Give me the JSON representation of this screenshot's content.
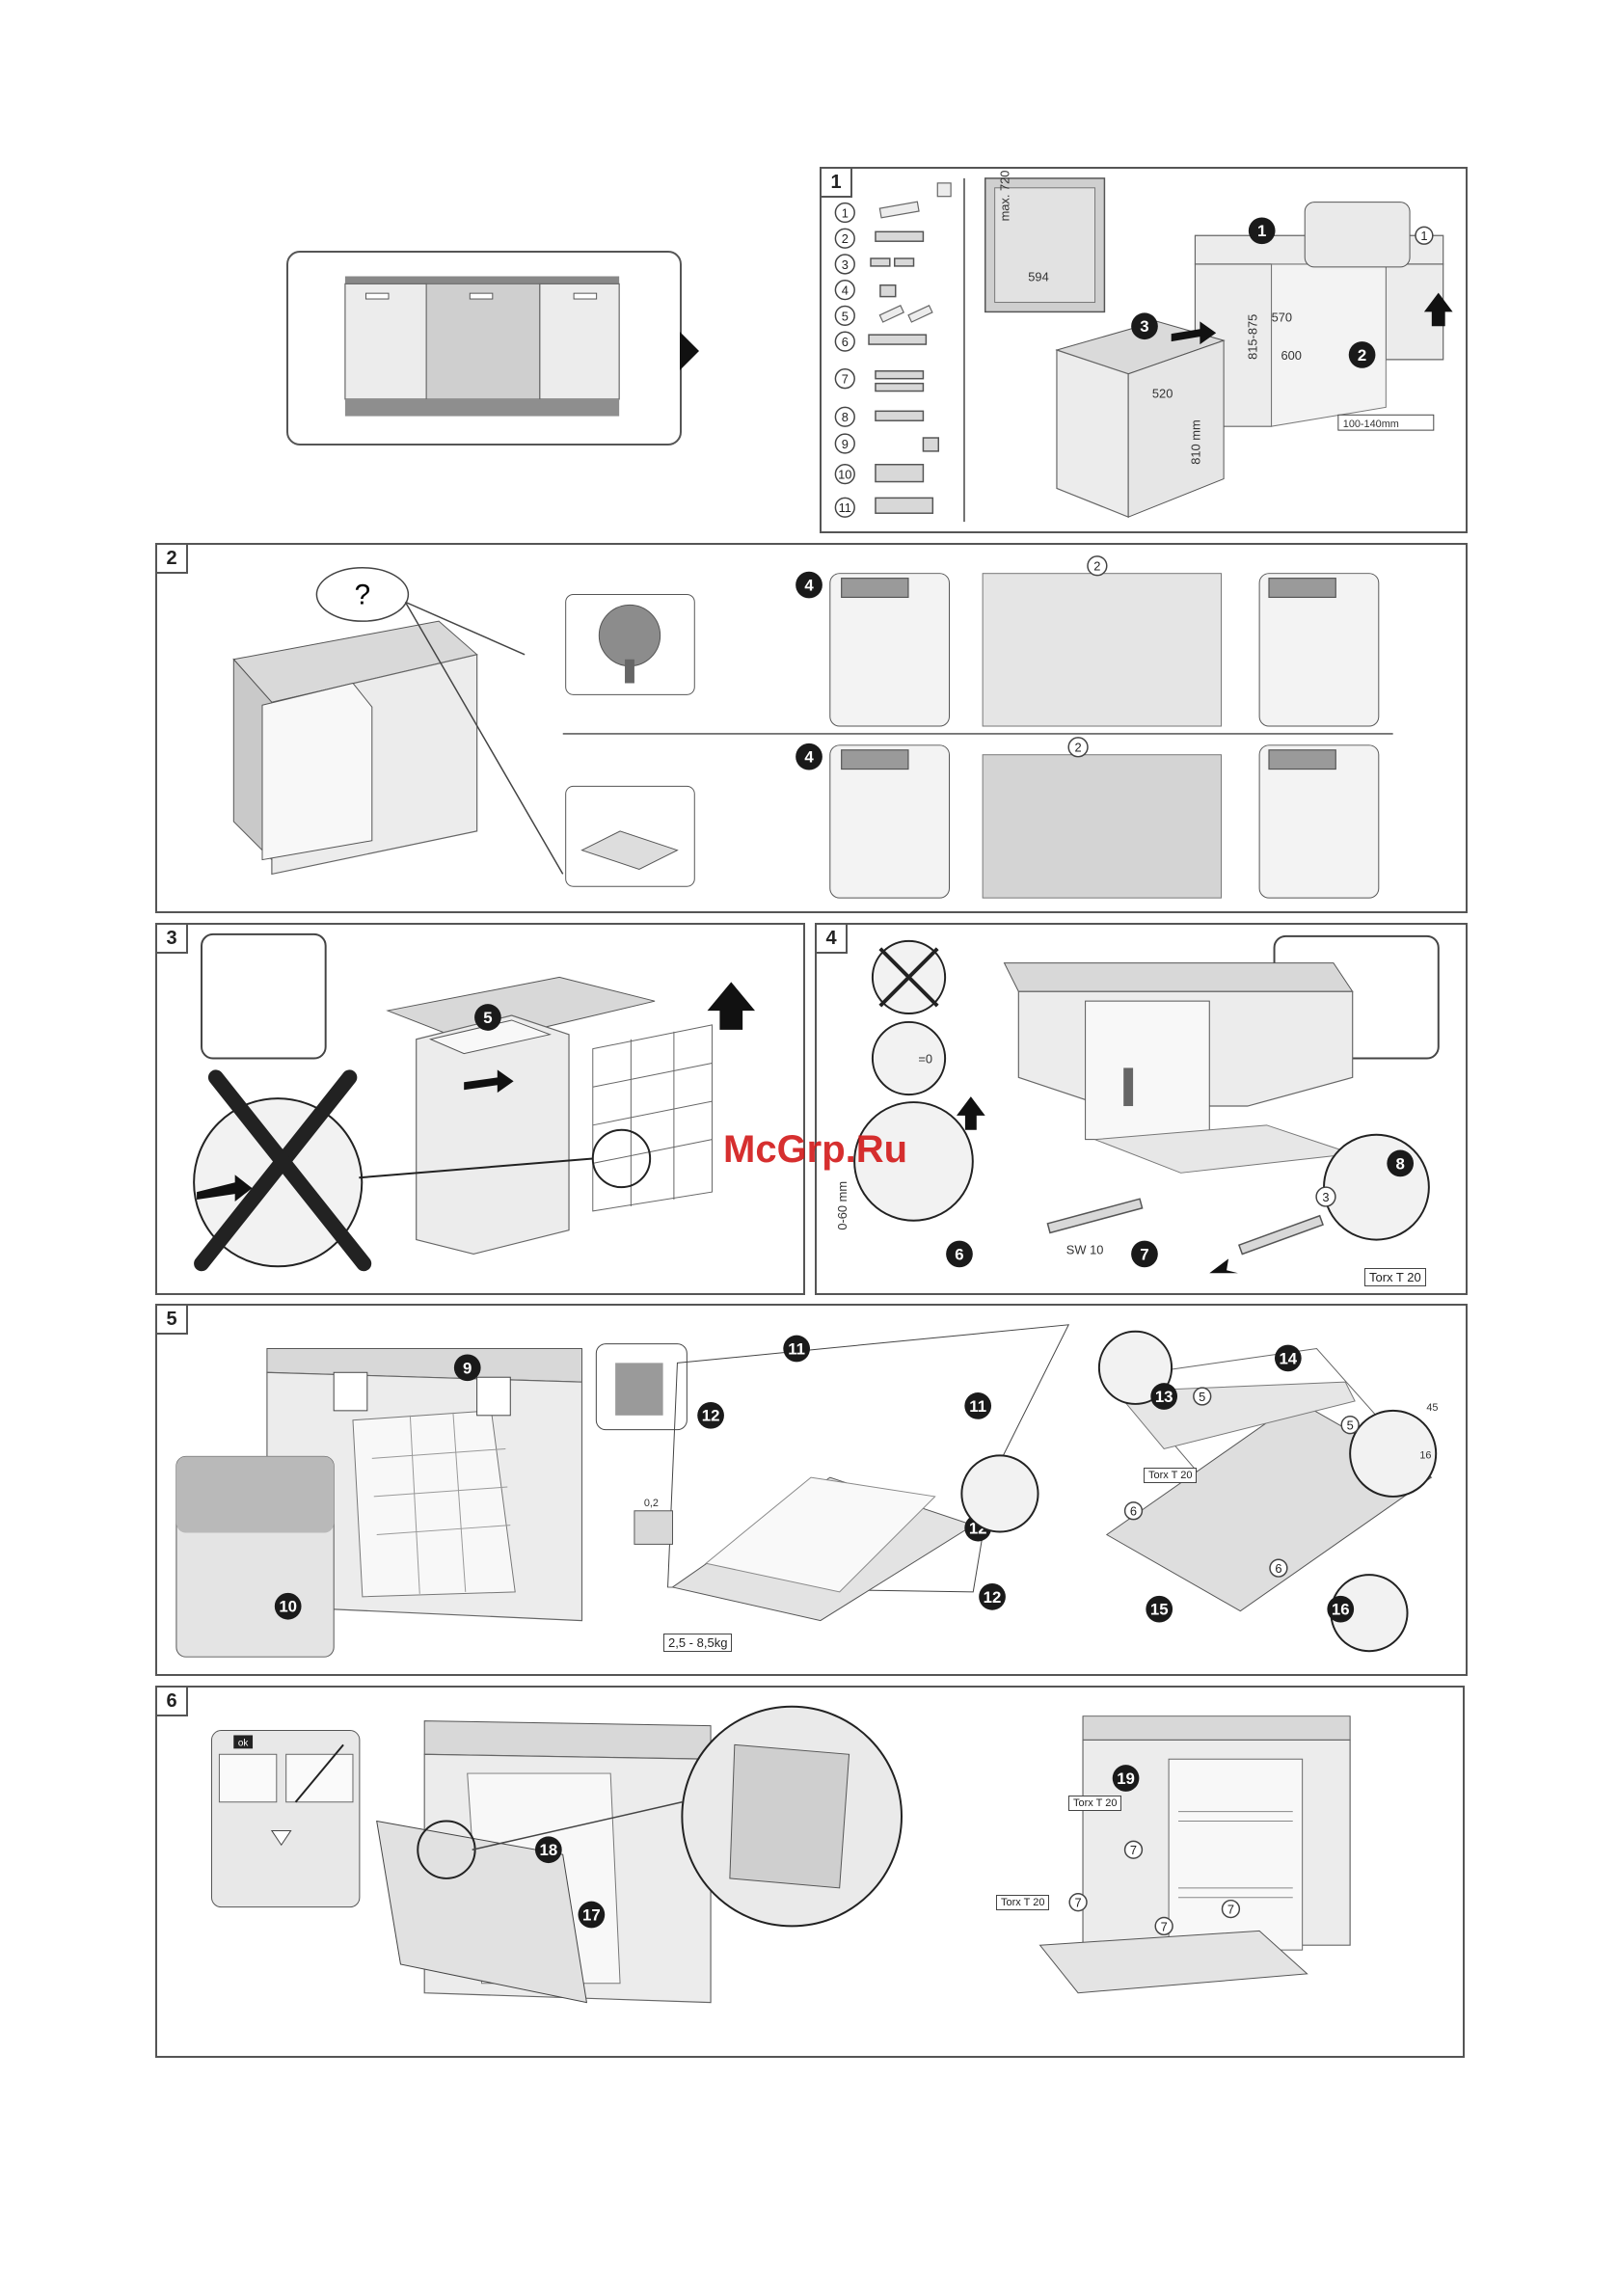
{
  "watermark": "McGrp.Ru",
  "steps": {
    "s1": "1",
    "s2": "2",
    "s3": "3",
    "s4": "4",
    "s5": "5",
    "s6": "6"
  },
  "parts": [
    "1",
    "2",
    "3",
    "4",
    "5",
    "6",
    "7",
    "8",
    "9",
    "10",
    "11"
  ],
  "dims": {
    "max720": "max. 720",
    "w594": "594",
    "d570": "570",
    "h815": "815-875",
    "w600": "600",
    "w520": "520",
    "h810": "810 mm",
    "range": "100-140mm",
    "h0_60": "0-60 mm",
    "sw10": "SW 10",
    "torx20": "Torx T 20",
    "equals0": "=0",
    "d02": "0,2",
    "weight": "2,5 - 8,5kg",
    "n45": "45",
    "n16": "16",
    "ok": "ok"
  },
  "badges": {
    "b1": "1",
    "b2": "2",
    "b3": "3",
    "b4": "4",
    "b5": "5",
    "b6": "6",
    "b7": "7",
    "b8": "8",
    "b9": "9",
    "b10": "10",
    "b11": "11",
    "b12": "12",
    "b13": "13",
    "b14": "14",
    "b15": "15",
    "b16": "16",
    "b17": "17",
    "b18": "18",
    "b19": "19"
  },
  "cloud": "?"
}
